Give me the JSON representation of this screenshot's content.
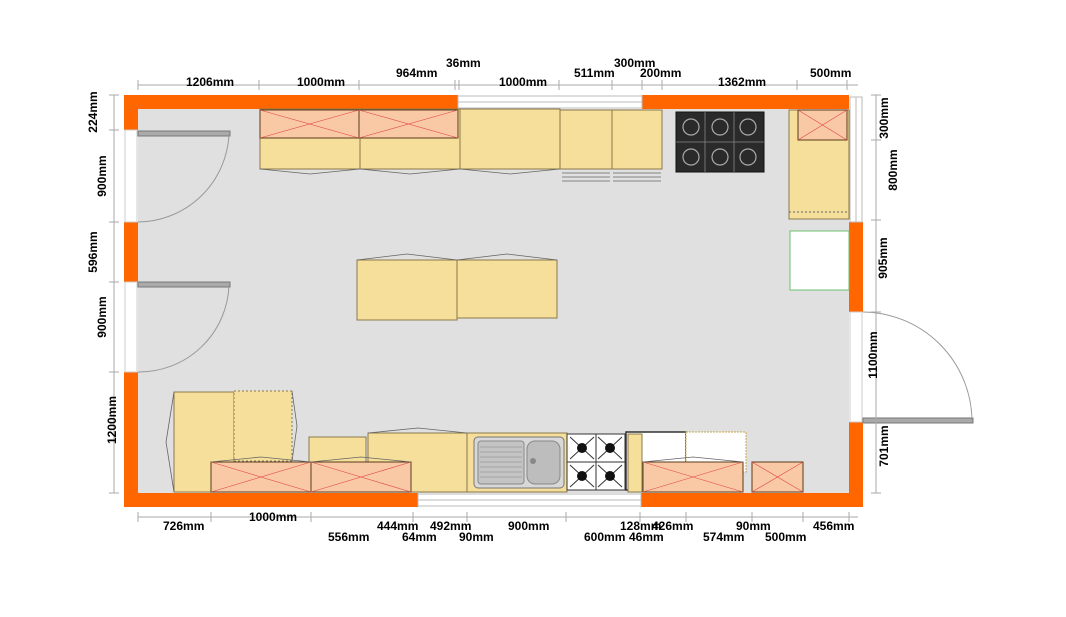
{
  "colors": {
    "wall": "#ff6600",
    "floor": "#e0e0e0",
    "cabinet": "#f5df9a",
    "wall_cabinet": "#f9c9a6",
    "cross": "#e04848",
    "dimension_line": "#aaaaaa",
    "appliance_dark": "#333333"
  },
  "dimensions": {
    "top": [
      "1206mm",
      "1000mm",
      "964mm",
      "36mm",
      "1000mm",
      "511mm",
      "300mm",
      "200mm",
      "1362mm",
      "500mm"
    ],
    "bottom_row1": [
      "726mm",
      "1000mm",
      "444mm",
      "492mm",
      "900mm",
      "128mm",
      "426mm",
      "90mm",
      "456mm"
    ],
    "bottom_row2": [
      "556mm",
      "64mm",
      "90mm",
      "600mm",
      "46mm",
      "574mm",
      "500mm"
    ],
    "left": [
      "224mm",
      "900mm",
      "596mm",
      "900mm",
      "1200mm"
    ],
    "right": [
      "300mm",
      "800mm",
      "905mm",
      "1100mm",
      "701mm"
    ]
  }
}
